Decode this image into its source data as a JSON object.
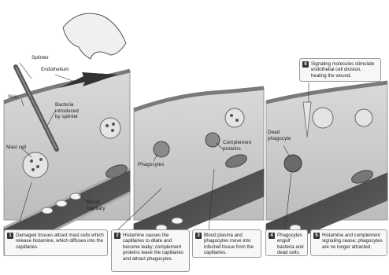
{
  "labels": {
    "splinter": "Splinter",
    "endothelium": "Endothelium",
    "skin": "Skin",
    "bacteria": "Bacteria\nintroduced\nby splinter",
    "mast_cell": "Mast cell",
    "blood_capillary": "Blood\ncapillary",
    "phagocytes": "Phagocytes",
    "complement_proteins": "Complement\nproteins",
    "dead_phagocyte": "Dead\nphagocyte"
  },
  "steps": [
    {
      "number": "1",
      "text": "Damaged tissues attract mast cells which release histamine, which diffuses into the capillaries."
    },
    {
      "number": "2",
      "text": "Histamine causes the capillaries to dilate and become leaky; complement proteins leave the capillaries and attract phagocytes."
    },
    {
      "number": "3",
      "text": "Blood plasma and phagocytes move into infected tissue from the capillaries."
    },
    {
      "number": "4",
      "text": "Phagocytes engulf bacteria and dead cells."
    },
    {
      "number": "5",
      "text": "Histamine and complement signaling cease; phagocytes are no longer attracted."
    },
    {
      "number": "6",
      "text": "Signaling molecules stimulate endothelial cell division, healing the wound."
    }
  ]
}
